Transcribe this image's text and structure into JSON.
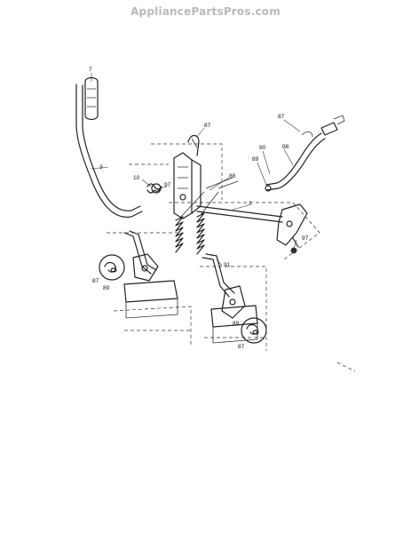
{
  "watermark": "AppliancePartsPros.com",
  "callouts": {
    "c7": "7",
    "c3": "3",
    "c87_top": "87",
    "c87_right": "87",
    "c90": "90",
    "c98": "98",
    "c89_right": "89",
    "c10": "10",
    "c97_mid": "97",
    "c88": "88",
    "c2": "2",
    "c97_right": "97",
    "c91": "91",
    "c87_left": "87",
    "c89_left": "89",
    "c89_bottom": "89",
    "c87_bottom": "87"
  }
}
